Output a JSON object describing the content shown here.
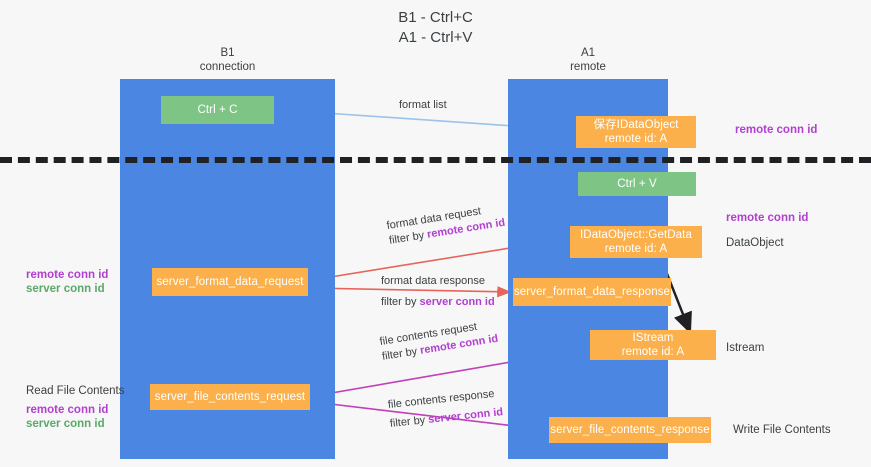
{
  "diagram": {
    "title_line1": "B1 - Ctrl+C",
    "title_line2": "A1 - Ctrl+V",
    "colors": {
      "band": "#4a86e2",
      "node_green": "#7ec585",
      "node_orange": "#fbb04c",
      "accent_remote": "#b23fd0",
      "accent_server": "#5aa96a",
      "arrow_blue": "#9cc3ea",
      "arrow_red": "#e8645a",
      "arrow_magenta": "#c13fb8",
      "arrow_black": "#202124",
      "divider": "#202124"
    },
    "columns": [
      {
        "id": "b1",
        "name": "B1",
        "role": "connection"
      },
      {
        "id": "a1",
        "name": "A1",
        "role": "remote"
      }
    ],
    "nodes": [
      {
        "id": "ctrl-c",
        "line1": "Ctrl + C",
        "line2": "",
        "style": "green"
      },
      {
        "id": "save-idataobject",
        "line1": "保存IDataObject",
        "line2": "remote id: A",
        "style": "orange"
      },
      {
        "id": "ctrl-v",
        "line1": "Ctrl + V",
        "line2": "",
        "style": "green"
      },
      {
        "id": "idataobject-getdata",
        "line1": "IDataObject::GetData",
        "line2": "remote id: A",
        "style": "orange"
      },
      {
        "id": "server-format-data-request",
        "line1": "server_format_data_request",
        "line2": "",
        "style": "orange"
      },
      {
        "id": "server-format-data-response",
        "line1": "server_format_data_response",
        "line2": "",
        "style": "orange"
      },
      {
        "id": "istream",
        "line1": "IStream",
        "line2": "remote id: A",
        "style": "orange"
      },
      {
        "id": "server-file-contents-request",
        "line1": "server_file_contents_request",
        "line2": "",
        "style": "orange"
      },
      {
        "id": "server-file-contents-response",
        "line1": "server_file_contents_response",
        "line2": "",
        "style": "orange"
      }
    ],
    "edge_labels": [
      {
        "id": "format-list",
        "line1": "format list",
        "filter_prefix": "",
        "filter_key": ""
      },
      {
        "id": "format-data-request",
        "line1": "format data request",
        "filter_prefix": "filter by ",
        "filter_key": "remote conn id"
      },
      {
        "id": "format-data-response",
        "line1": "format data response",
        "filter_prefix": "filter by ",
        "filter_key": "server conn id"
      },
      {
        "id": "file-contents-request",
        "line1": "file contents request",
        "filter_prefix": "filter by ",
        "filter_key": "remote conn id"
      },
      {
        "id": "file-contents-response",
        "line1": "file contents response",
        "filter_prefix": "filter by ",
        "filter_key": "server conn id"
      }
    ],
    "annotations_right": [
      {
        "id": "remote-conn-id-top",
        "text": "remote conn id",
        "kind": "remote"
      },
      {
        "id": "remote-conn-id-mid",
        "text": "remote conn id",
        "kind": "remote"
      },
      {
        "id": "dataobject",
        "text": "DataObject",
        "kind": "plain"
      },
      {
        "id": "istream-label",
        "text": "Istream",
        "kind": "plain"
      },
      {
        "id": "write-file-contents",
        "text": "Write File Contents",
        "kind": "plain"
      }
    ],
    "annotations_left": [
      {
        "id": "remote-conn-id-left",
        "text": "remote conn id",
        "kind": "remote"
      },
      {
        "id": "server-conn-id-left",
        "text": "server conn id",
        "kind": "server"
      },
      {
        "id": "read-file-contents",
        "text": "Read File Contents",
        "kind": "plain"
      },
      {
        "id": "remote-conn-id-left2",
        "text": "remote conn id",
        "kind": "remote"
      },
      {
        "id": "server-conn-id-left2",
        "text": "server conn id",
        "kind": "server"
      }
    ]
  }
}
